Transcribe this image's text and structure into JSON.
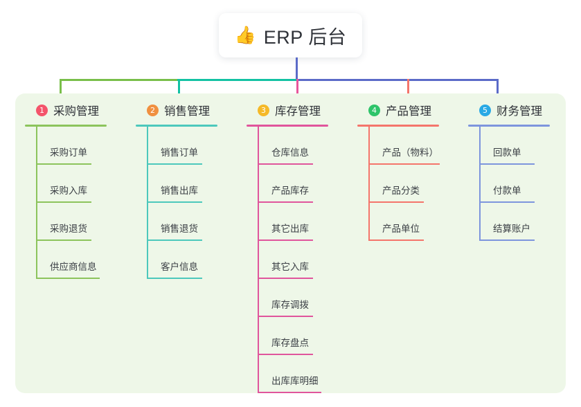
{
  "page": {
    "background": "#ffffff",
    "panel_background": "#eef7e8"
  },
  "root": {
    "icon": "thumbs-up-icon",
    "emoji": "👍",
    "title": "ERP 后台",
    "stem_color": "#5b6bc8"
  },
  "connector": {
    "segments": [
      {
        "name": "purchase-segment",
        "color": "#79bf4a"
      },
      {
        "name": "sales-segment",
        "color": "#13c2a3"
      },
      {
        "name": "finance-segment",
        "color": "#5b6bc8"
      }
    ],
    "drops": [
      {
        "name": "drop-purchase",
        "color": "#79bf4a"
      },
      {
        "name": "drop-sales",
        "color": "#13c2a3"
      },
      {
        "name": "drop-inventory",
        "color": "#e8559b"
      },
      {
        "name": "drop-product",
        "color": "#f4756b"
      },
      {
        "name": "drop-finance",
        "color": "#5b6bc8"
      }
    ]
  },
  "columns": [
    {
      "id": "purchase",
      "number": "1",
      "title": "采购管理",
      "badge_color": "#f4546b",
      "line_color": "#8cc45c",
      "head_rule_width": 118,
      "items": [
        {
          "label": "采购订单",
          "rule_width": 80
        },
        {
          "label": "采购入库",
          "rule_width": 80
        },
        {
          "label": "采购退货",
          "rule_width": 80
        },
        {
          "label": "供应商信息",
          "rule_width": 92
        }
      ]
    },
    {
      "id": "sales",
      "number": "2",
      "title": "销售管理",
      "badge_color": "#f09040",
      "line_color": "#4cc8bc",
      "head_rule_width": 118,
      "items": [
        {
          "label": "销售订单",
          "rule_width": 80
        },
        {
          "label": "销售出库",
          "rule_width": 80
        },
        {
          "label": "销售退货",
          "rule_width": 80
        },
        {
          "label": "客户信息",
          "rule_width": 80
        }
      ]
    },
    {
      "id": "inventory",
      "number": "3",
      "title": "库存管理",
      "badge_color": "#f5b928",
      "line_color": "#e0559c",
      "head_rule_width": 118,
      "items": [
        {
          "label": "仓库信息",
          "rule_width": 80
        },
        {
          "label": "产品库存",
          "rule_width": 80
        },
        {
          "label": "其它出库",
          "rule_width": 80
        },
        {
          "label": "其它入库",
          "rule_width": 80
        },
        {
          "label": "库存调拨",
          "rule_width": 80
        },
        {
          "label": "库存盘点",
          "rule_width": 80
        },
        {
          "label": "出库库明细",
          "rule_width": 92
        }
      ]
    },
    {
      "id": "product",
      "number": "4",
      "title": "产品管理",
      "badge_color": "#2ec46a",
      "line_color": "#f4756b",
      "head_rule_width": 118,
      "items": [
        {
          "label": "产品（物料）",
          "rule_width": 103
        },
        {
          "label": "产品分类",
          "rule_width": 80
        },
        {
          "label": "产品单位",
          "rule_width": 80
        }
      ]
    },
    {
      "id": "finance",
      "number": "5",
      "title": "财务管理",
      "badge_color": "#29a9e5",
      "line_color": "#7d95dd",
      "head_rule_width": 118,
      "items": [
        {
          "label": "回款单",
          "rule_width": 80
        },
        {
          "label": "付款单",
          "rule_width": 80
        },
        {
          "label": "结算账户",
          "rule_width": 80
        }
      ]
    }
  ]
}
